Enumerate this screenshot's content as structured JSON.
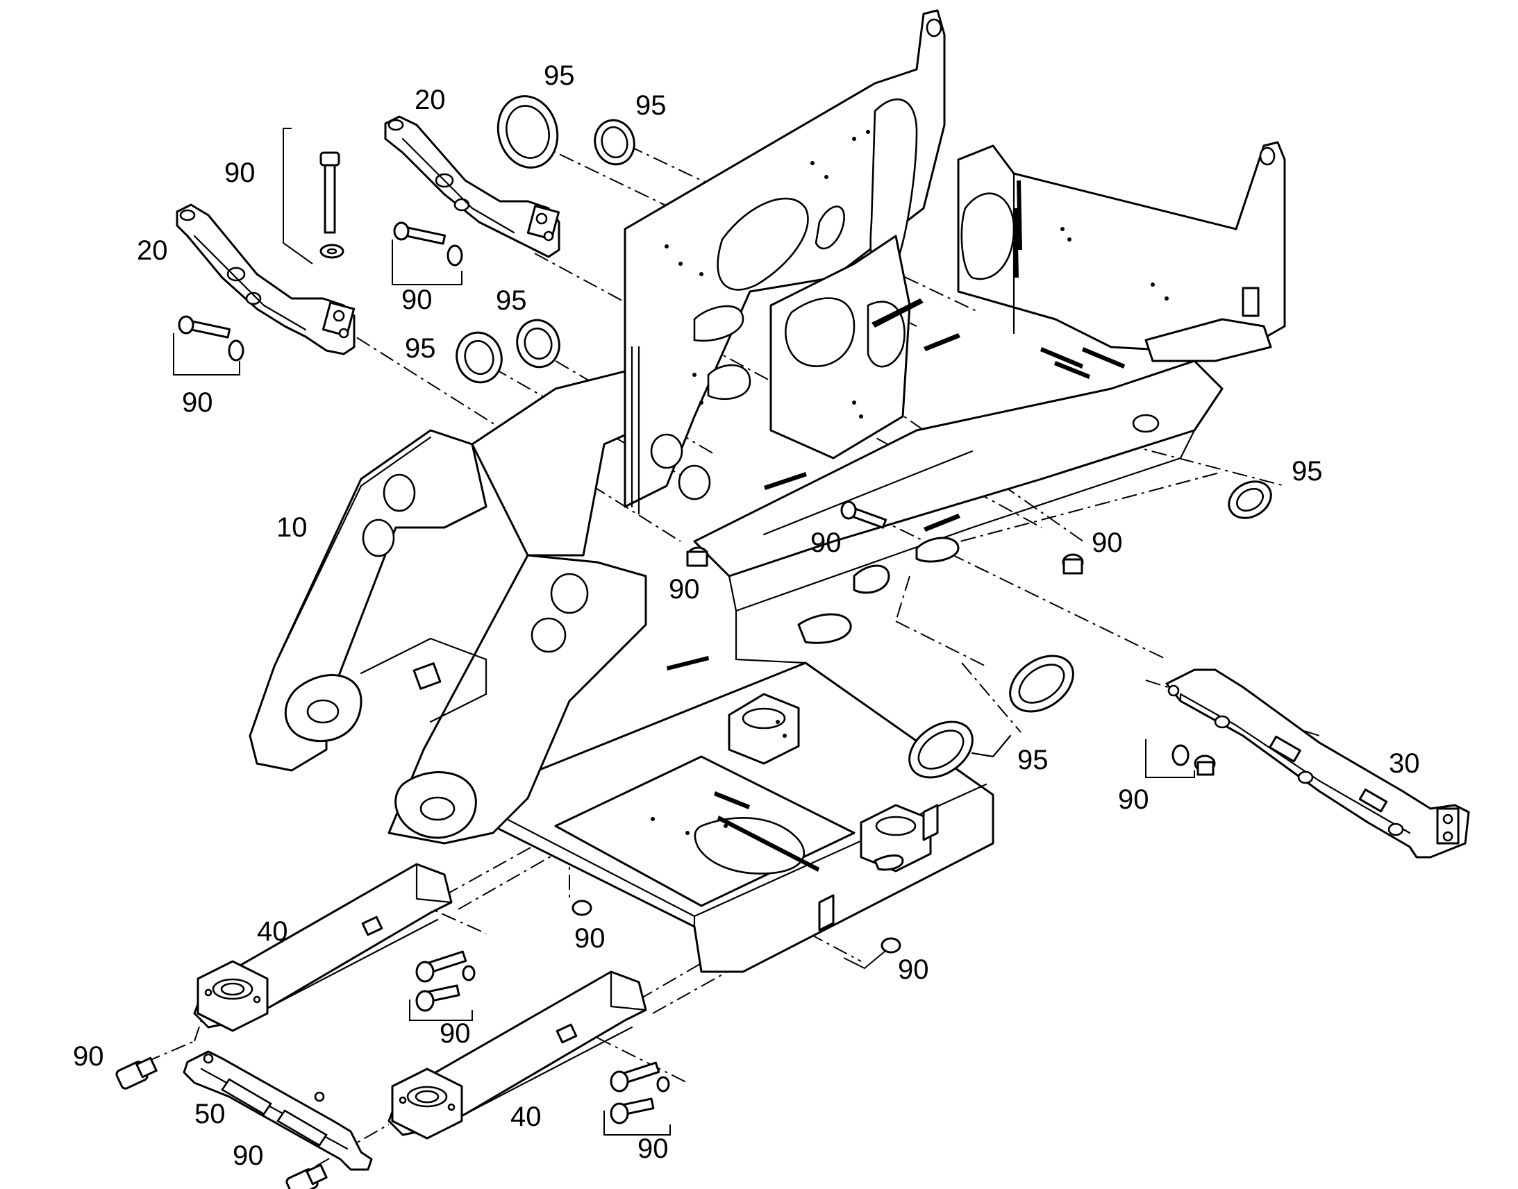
{
  "callouts": [
    {
      "id": "c95-ring-top-a",
      "label": "95"
    },
    {
      "id": "c95-ring-top-b",
      "label": "95"
    },
    {
      "id": "c20-bracket-upper",
      "label": "20"
    },
    {
      "id": "c90-bolt-long",
      "label": "90"
    },
    {
      "id": "c20-bracket-lower",
      "label": "20"
    },
    {
      "id": "c90-bolt-upper-right",
      "label": "90"
    },
    {
      "id": "c95-ring-mid-a",
      "label": "95"
    },
    {
      "id": "c95-ring-mid-b",
      "label": "95"
    },
    {
      "id": "c90-bolt-left",
      "label": "90"
    },
    {
      "id": "c10-main-frame",
      "label": "10"
    },
    {
      "id": "c90-nut-center",
      "label": "90"
    },
    {
      "id": "c90-bolt-center-right",
      "label": "90"
    },
    {
      "id": "c90-nut-right",
      "label": "90"
    },
    {
      "id": "c95-ring-right",
      "label": "95"
    },
    {
      "id": "c95-ring-oval-pair",
      "label": "95"
    },
    {
      "id": "c30-rear-bracket",
      "label": "30"
    },
    {
      "id": "c90-washer-rear",
      "label": "90"
    },
    {
      "id": "c40-arm-left",
      "label": "40"
    },
    {
      "id": "c90-nut-lower-center",
      "label": "90"
    },
    {
      "id": "c90-nut-lower-right",
      "label": "90"
    },
    {
      "id": "c90-bolts-left-arm",
      "label": "90"
    },
    {
      "id": "c90-screw-far-left",
      "label": "90"
    },
    {
      "id": "c50-cross-bracket",
      "label": "50"
    },
    {
      "id": "c40-arm-right",
      "label": "40"
    },
    {
      "id": "c90-screw-bottom-left",
      "label": "90"
    },
    {
      "id": "c90-bolts-right-arm",
      "label": "90"
    }
  ]
}
